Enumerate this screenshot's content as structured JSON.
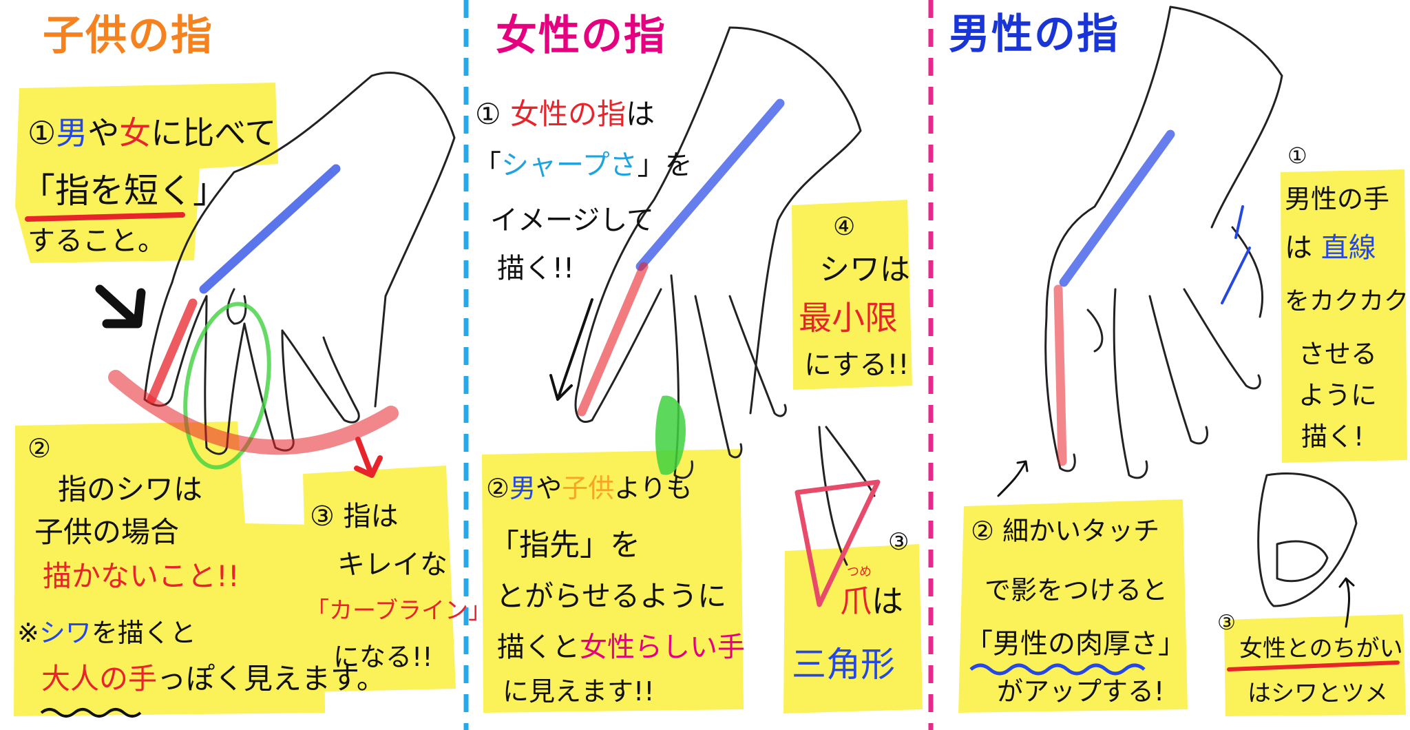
{
  "colors": {
    "child": "#f5821f",
    "female": "#e4007f",
    "male": "#1a35d6",
    "highlight": "#fbf25a",
    "red": "#e8242b",
    "blue": "#2447e6",
    "cyan": "#1ca3e0",
    "orange": "#f5a623",
    "green": "#3fd23f",
    "divider_cyan": "#28a8e8",
    "divider_pink": "#e8288c"
  },
  "panels": {
    "child": {
      "title": "子供の指",
      "note1": {
        "num": "①",
        "l1_a": "男",
        "l1_b": "や",
        "l1_c": "女",
        "l1_d": "に比べて",
        "l2": "「指を短く」",
        "l3": "すること。"
      },
      "note2": {
        "num": "②",
        "l1": "指のシワは",
        "l2": "子供の場合",
        "l3": "描かないこと!!",
        "l4_mark": "※",
        "l4_a": "シワ",
        "l4_b": "を描くと",
        "l5_a": "大人の手",
        "l5_b": "っぽく見えます。"
      },
      "note3": {
        "num": "③",
        "l1": "指は",
        "l2": "キレイな",
        "l3": "「カーブライン」",
        "l4": "になる!!"
      }
    },
    "female": {
      "title": "女性の指",
      "note1": {
        "num": "①",
        "l1_a": "女性の指",
        "l1_b": "は",
        "l2_a": "「",
        "l2_b": "シャープさ",
        "l2_c": "」を",
        "l3": "イメージして",
        "l4": "描く!!"
      },
      "note2": {
        "num": "②",
        "l1_a": "男",
        "l1_b": "や",
        "l1_c": "子供",
        "l1_d": "よりも",
        "l2": "「指先」を",
        "l3": "とがらせるように",
        "l4_a": "描くと",
        "l4_b": "女性らしい手",
        "l5": "に見えます!!"
      },
      "note3": {
        "num": "③",
        "l1_a": "爪",
        "l1_ruby": "つめ",
        "l1_b": "は",
        "l2": "三角形"
      },
      "note4": {
        "num": "④",
        "l1": "シワは",
        "l2": "最小限",
        "l3": "にする!!"
      }
    },
    "male": {
      "title": "男性の指",
      "note1": {
        "num": "①",
        "l1": "男性の手",
        "l2_a": "は",
        "l2_b": "直線",
        "l3": "をカクカク",
        "l4": "させる",
        "l5": "ように",
        "l6": "描く!"
      },
      "note2": {
        "num": "②",
        "l1": "細かいタッチ",
        "l2": "で影をつけると",
        "l3": "「男性の肉厚さ」",
        "l4": "がアップする!"
      },
      "note3": {
        "num": "③",
        "l1": "女性とのちがい",
        "l2": "はシワとツメ"
      }
    }
  }
}
